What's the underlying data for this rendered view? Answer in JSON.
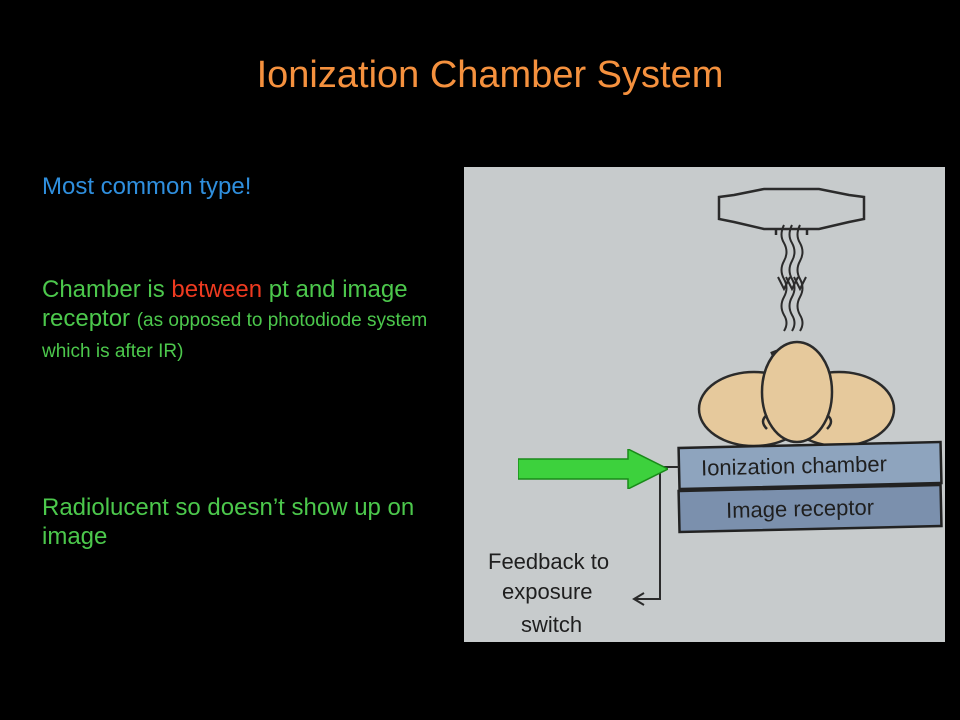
{
  "slide": {
    "title": "Ionization Chamber System",
    "colors": {
      "background": "#000000",
      "title": "#f5913e",
      "blue_text": "#2f8fde",
      "green_text": "#4cc84c",
      "red_text": "#ee3a20",
      "green_arrow": "#3dd13d"
    }
  },
  "bullets": {
    "b1": "Most common type!",
    "b2_before": "Chamber is ",
    "b2_emph": "between",
    "b2_after": " pt and image receptor ",
    "b2_small": "(as opposed to photodiode system which is after IR)",
    "b3": "Radiolucent so doesn’t show up on image"
  },
  "diagram": {
    "chamber_label": "Ionization chamber",
    "receptor_label": "Image receptor",
    "feedback_line1": "Feedback to",
    "feedback_line2": "exposure",
    "feedback_line3": "switch"
  },
  "icons": {
    "pointer": "green-right-arrow",
    "tube": "x-ray-tube-icon",
    "patient": "patient-head-icon"
  }
}
